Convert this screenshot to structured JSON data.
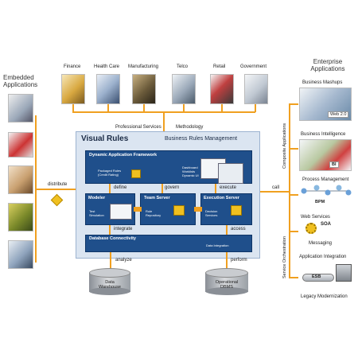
{
  "left_column": {
    "title_line1": "Embedded",
    "title_line2": "Applications",
    "distribute": "distribute"
  },
  "industries": {
    "items": [
      "Finance",
      "Health Care",
      "Manufacturing",
      "Telco",
      "Retail",
      "Government"
    ],
    "professional_services": "Professional Services",
    "methodology": "Methodology"
  },
  "visual_rules": {
    "title": "Visual Rules",
    "subtitle": "Business Rules Management",
    "daf": {
      "title": "Dynamic Application Framework",
      "packaged_rules": "Packaged Rules\n(Credit Rating)",
      "dashboard": "Dashboard\nWorklists\nDynamic UI"
    },
    "define": "define",
    "govern": "govern",
    "execute": "execute",
    "modeler": {
      "title": "Modeler",
      "sub": "Test\nSimulation"
    },
    "team_server": {
      "title": "Team Server",
      "sub": "Rule\nRepository"
    },
    "execution_server": {
      "title": "Execution Server",
      "sub": "Decision\nServices"
    },
    "integrate": "integrate",
    "access": "access",
    "db": {
      "title": "Database Connectivity",
      "sub": "Data Integration"
    },
    "analyze": "analyze",
    "perform": "perform"
  },
  "databases": {
    "warehouse": "Data\nWarehouse",
    "operational": "Operational\nDBMS"
  },
  "right_column": {
    "title_line1": "Enterprise",
    "title_line2": "Applications",
    "call": "call",
    "composite": "Composite Applications",
    "orchestration": "Service Orchestration",
    "business_mashups": "Business Mashups",
    "web20": "Web 2.0",
    "business_intelligence": "Business Intelligence",
    "bi": "BI",
    "process_management": "Process Management",
    "bpm": "BPM",
    "web_services": "Web Services",
    "soa": "SOA",
    "messaging": "Messaging",
    "application_integration": "Application Integration",
    "esb": "ESB",
    "legacy": "Legacy Modernization"
  },
  "colors": {
    "connector": "#f0a020",
    "panel": "#dbe5f1",
    "box": "#1f4f8b"
  }
}
